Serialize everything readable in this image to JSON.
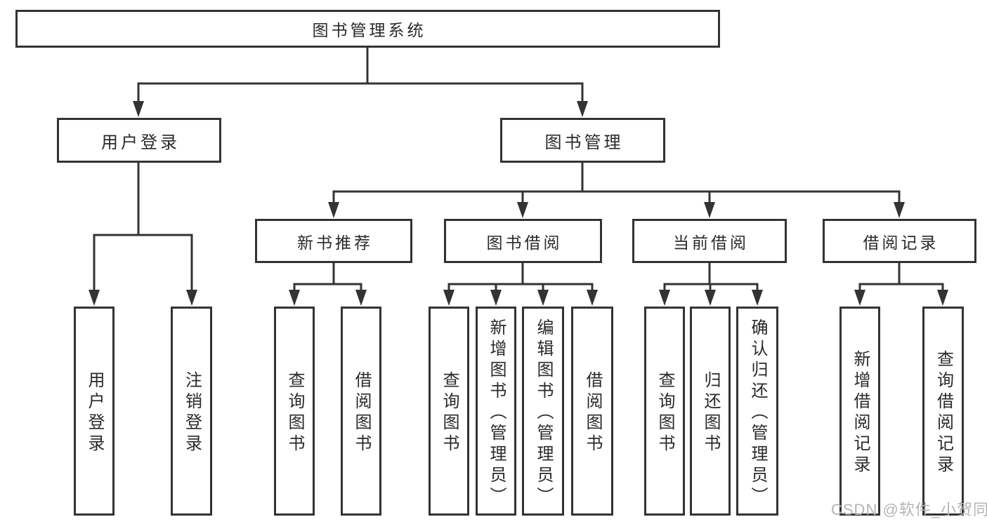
{
  "tree": {
    "root": "图书管理系统",
    "level1": [
      "用户登录",
      "图书管理"
    ],
    "level2": [
      "新书推荐",
      "图书借阅",
      "当前借阅",
      "借阅记录"
    ],
    "leaves": {
      "login": [
        "用户登录",
        "注销登录"
      ],
      "newbook": [
        "查询图书",
        "借阅图书"
      ],
      "borrow": [
        "查询图书",
        "新增图书（管理员）",
        "编辑图书（管理员）",
        "借阅图书"
      ],
      "current": [
        "查询图书",
        "归还图书",
        "确认归还（管理员）"
      ],
      "records": [
        "新增借阅记录",
        "查询借阅记录"
      ]
    }
  },
  "watermark": {
    "text": "CSDN @软件_小贺同学"
  },
  "colors": {
    "line": "#333333",
    "text": "#2a2a2a",
    "watermark": "#b5b5b5",
    "background": "#ffffff"
  }
}
